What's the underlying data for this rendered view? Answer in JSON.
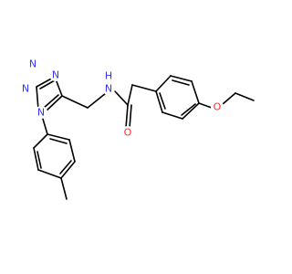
{
  "molecule": {
    "colors": {
      "bond": "#000000",
      "nitrogen": "#3333ff",
      "oxygen": "#ff2a2a",
      "background": "#ffffff"
    },
    "atom_labels": {
      "n_ring_1": "N",
      "n_ring_2": "N",
      "n_ring_3": "N",
      "n_ring_4": "N",
      "n_amide": "N",
      "h_amide": "H",
      "o_carbonyl": "O",
      "o_ether": "O"
    }
  }
}
